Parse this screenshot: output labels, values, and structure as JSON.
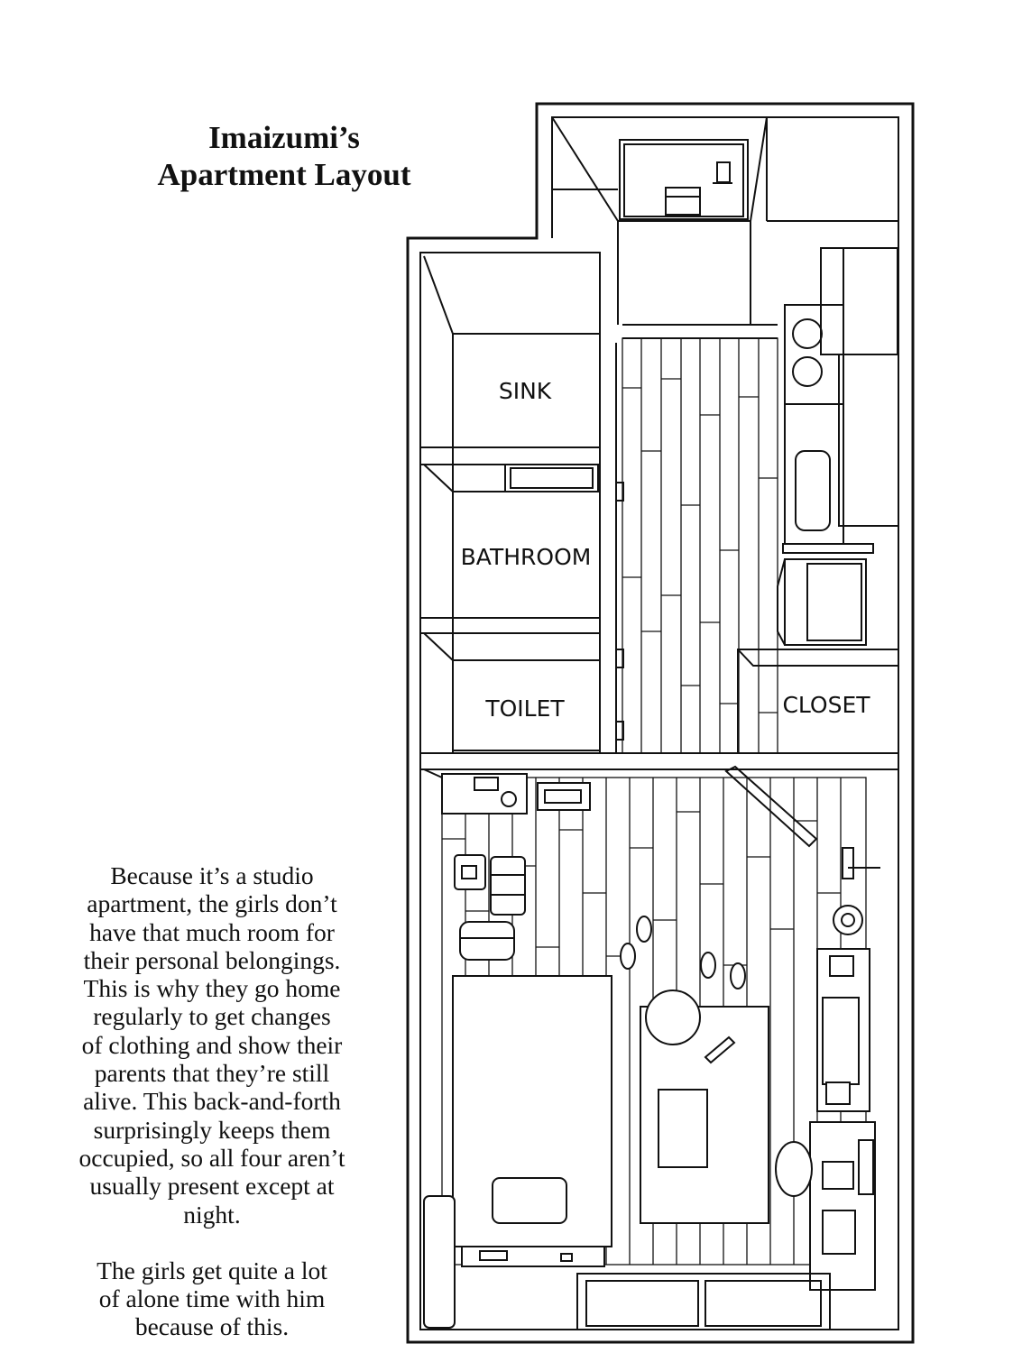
{
  "title": {
    "lines": [
      "Imaizumi’s",
      "Apartment Layout"
    ]
  },
  "description": {
    "paragraph1": [
      "Because it’s a studio",
      "apartment, the girls don’t",
      "have that much room for",
      "their personal belongings.",
      "This is why they go home",
      "regularly to get changes",
      "of clothing and show their",
      "parents that they’re still",
      "alive. This back-and-forth",
      "surprisingly keeps them",
      "occupied, so all four aren’t",
      "usually present except at",
      "night."
    ],
    "paragraph2": [
      "The girls get quite a lot",
      "of alone time with him",
      "because of this."
    ]
  },
  "rooms": {
    "sink": "SINK",
    "bathroom": "BATHROOM",
    "toilet": "TOILET",
    "closet": "CLOSET"
  }
}
